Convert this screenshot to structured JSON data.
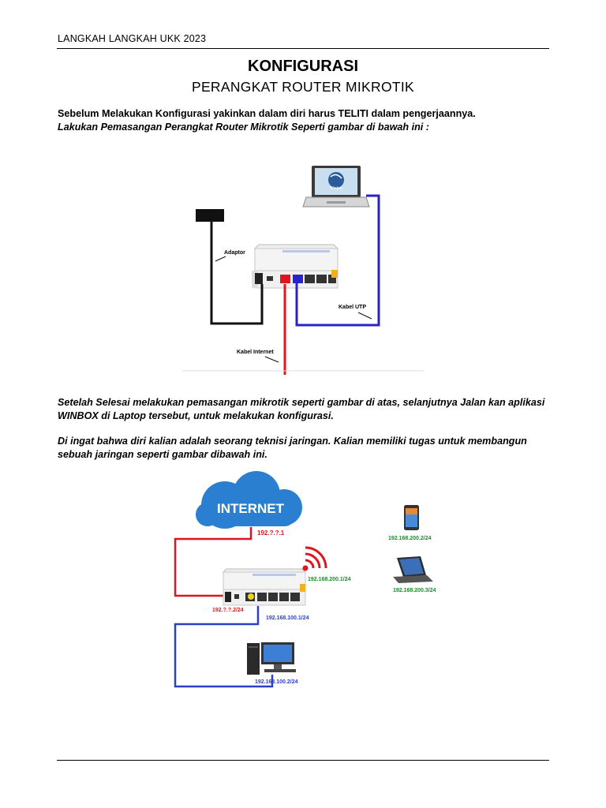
{
  "header": {
    "text": "LANGKAH LANGKAH UKK 2023"
  },
  "title": {
    "main": "KONFIGURASI",
    "sub": "PERANGKAT ROUTER MIKROTIK"
  },
  "paragraphs": {
    "p1": "Sebelum Melakukan Konfigurasi yakinkan dalam diri harus TELITI dalam pengerjaannya.",
    "p2": "Lakukan Pemasangan Perangkat Router Mikrotik Seperti gambar di bawah ini :",
    "p3_line1": "Setelah Selesai melakukan pemasangan mikrotik seperti gambar di atas, selanjutnya Jalan kan aplikasi",
    "p3_line2": "WINBOX di Laptop tersebut, untuk melakukan konfigurasi.",
    "p4_line1": "Di ingat bahwa diri kalian adalah seorang teknisi jaringan. Kalian memiliki tugas untuk membangun",
    "p4_line2": "sebuah jaringan seperti gambar dibawah ini."
  },
  "figure1": {
    "adaptor_label": "Adaptor",
    "utp_label": "Kabel UTP",
    "internet_label": "Kabel Internet",
    "winbox_label": "Winbox",
    "colors": {
      "power": "#111111",
      "internet": "#e0161e",
      "lan": "#2b22c8"
    }
  },
  "figure2": {
    "cloud_label": "INTERNET",
    "ip_gateway": "192.?.?.1",
    "ip_wan": "192.?.?.2/24",
    "ip_wlan": "192.168.200.1/24",
    "ip_lan": "192.168.100.1/24",
    "ip_phone": "192.168.200.2/24",
    "ip_laptop": "192.168.200.3/24",
    "ip_pc": "192.168.100.2/24",
    "colors": {
      "wan": "#e0161e",
      "lan": "#2b3fc8",
      "wlan": "#1a8a2a",
      "cloud": "#2a7fd0"
    }
  }
}
